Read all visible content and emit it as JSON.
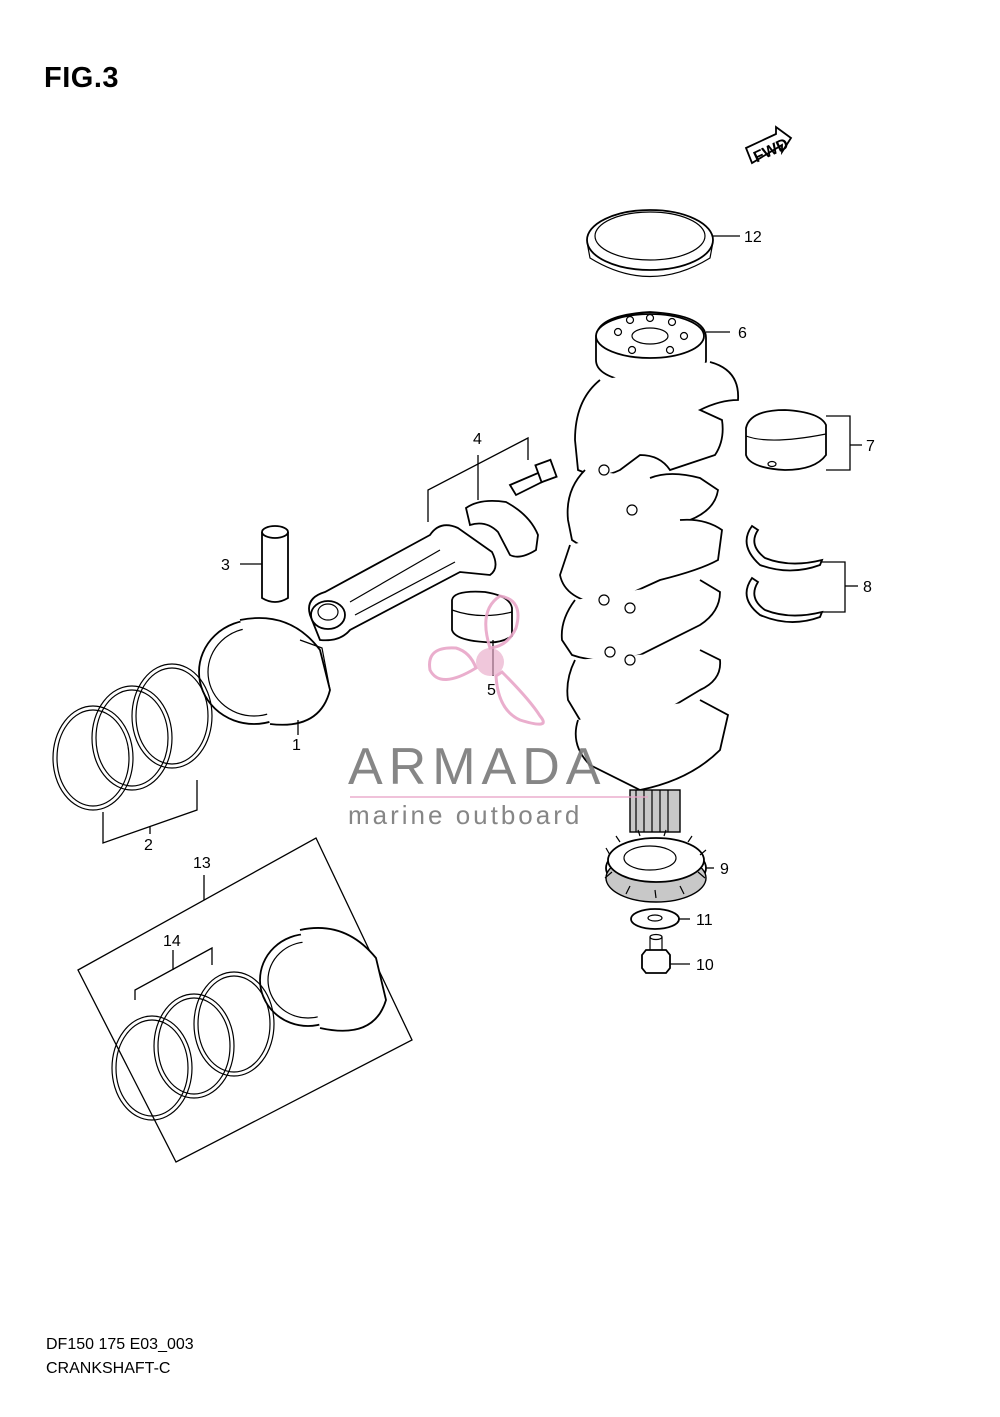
{
  "figure": {
    "title": "FIG.3",
    "fwd_label": "FWD"
  },
  "callouts": [
    {
      "id": "1",
      "label": "1"
    },
    {
      "id": "2",
      "label": "2"
    },
    {
      "id": "3",
      "label": "3"
    },
    {
      "id": "4",
      "label": "4"
    },
    {
      "id": "5",
      "label": "5"
    },
    {
      "id": "6",
      "label": "6"
    },
    {
      "id": "7",
      "label": "7"
    },
    {
      "id": "8",
      "label": "8"
    },
    {
      "id": "9",
      "label": "9"
    },
    {
      "id": "10",
      "label": "10"
    },
    {
      "id": "11",
      "label": "11"
    },
    {
      "id": "12",
      "label": "12"
    },
    {
      "id": "13",
      "label": "13"
    },
    {
      "id": "14",
      "label": "14"
    }
  ],
  "watermark": {
    "brand": "ARMADA",
    "tagline": "marine outboard",
    "color": "#7a7a7a",
    "logo_color": "#e8a6c8"
  },
  "footer": {
    "code": "DF150 175 E03_003",
    "name": "CRANKSHAFT-C"
  }
}
